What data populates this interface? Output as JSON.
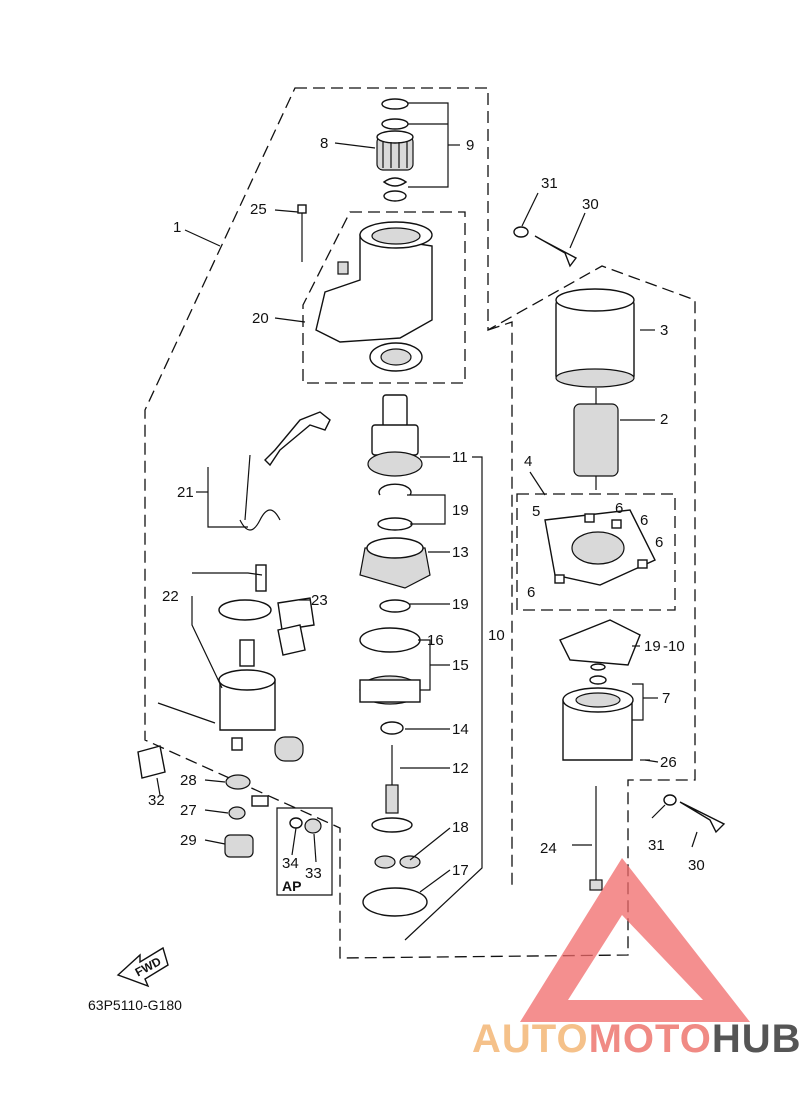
{
  "diagram_code": "63P5110-G180",
  "fwd_label": "FWD",
  "ap_label": "AP",
  "watermark": {
    "part1": "AUTO",
    "part2": "MOTO",
    "part3": "HUB",
    "color1": "#f5c18a",
    "color2": "#f08a84",
    "color3": "#555555",
    "triangle_color": "#f06a6a"
  },
  "callouts": {
    "c1": "1",
    "c2": "2",
    "c3": "3",
    "c4": "4",
    "c5": "5",
    "c6a": "6",
    "c6b": "6",
    "c6c": "6",
    "c6d": "6",
    "c7": "7",
    "c8": "8",
    "c9": "9",
    "c10a": "10",
    "c10b": "-10",
    "c11": "11",
    "c12": "12",
    "c13": "13",
    "c14": "14",
    "c15": "15",
    "c16": "16",
    "c17": "17",
    "c18": "18",
    "c19a": "19",
    "c19b": "19",
    "c19c": "19",
    "c20": "20",
    "c21": "21",
    "c22": "22",
    "c23": "23",
    "c24": "24",
    "c25": "25",
    "c26": "26",
    "c27": "27",
    "c28": "28",
    "c29": "29",
    "c30a": "30",
    "c30b": "30",
    "c31a": "31",
    "c31b": "31",
    "c32": "32",
    "c33": "33",
    "c34": "34"
  }
}
